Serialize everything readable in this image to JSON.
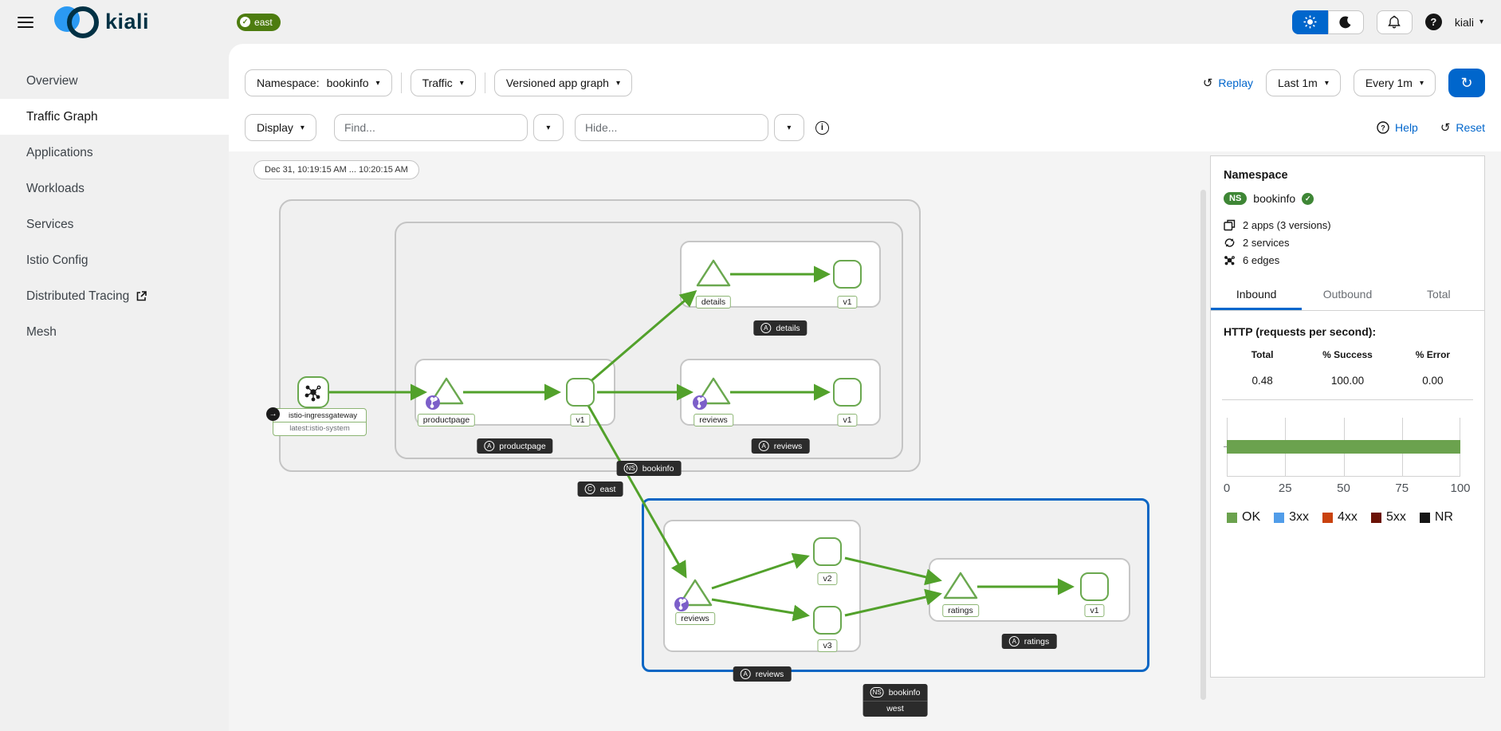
{
  "header": {
    "brand": "kiali",
    "cluster_badge": "east",
    "user_menu": "kiali"
  },
  "sidebar": {
    "items": [
      {
        "label": "Overview"
      },
      {
        "label": "Traffic Graph"
      },
      {
        "label": "Applications"
      },
      {
        "label": "Workloads"
      },
      {
        "label": "Services"
      },
      {
        "label": "Istio Config"
      },
      {
        "label": "Distributed Tracing"
      },
      {
        "label": "Mesh"
      }
    ]
  },
  "toolbar": {
    "namespace_label": "Namespace:",
    "namespace_value": "bookinfo",
    "traffic_label": "Traffic",
    "graph_type_label": "Versioned app graph",
    "replay_label": "Replay",
    "duration_label": "Last 1m",
    "refresh_interval_label": "Every 1m",
    "display_label": "Display",
    "find_placeholder": "Find...",
    "hide_placeholder": "Hide...",
    "help_label": "Help",
    "reset_label": "Reset"
  },
  "graph": {
    "time_range_label": "Dec 31, 10:19:15 AM ... 10:20:15 AM",
    "gateway": {
      "label": "istio-ingressgateway",
      "sublabel": "latest:istio-system"
    },
    "nodes": {
      "productpage": "productpage",
      "productpage_v1": "v1",
      "details": "details",
      "details_v1": "v1",
      "reviews_east": "reviews",
      "reviews_east_v1": "v1",
      "reviews_west": "reviews",
      "reviews_west_v2": "v2",
      "reviews_west_v3": "v3",
      "ratings": "ratings",
      "ratings_v1": "v1"
    },
    "box_labels": {
      "app_badge": "A",
      "ns_badge": "NS",
      "cluster_badge": "C",
      "details": "details",
      "productpage": "productpage",
      "reviews_east": "reviews",
      "reviews_west": "reviews",
      "ratings": "ratings",
      "ns_east": "bookinfo",
      "cluster_east": "east",
      "ns_west": "bookinfo",
      "cluster_west": "west"
    }
  },
  "side_panel": {
    "title": "Namespace",
    "ns_badge": "NS",
    "namespace": "bookinfo",
    "stats": [
      {
        "label": "2 apps (3 versions)"
      },
      {
        "label": "2 services"
      },
      {
        "label": "6 edges"
      }
    ],
    "tabs": [
      {
        "label": "Inbound"
      },
      {
        "label": "Outbound"
      },
      {
        "label": "Total"
      }
    ],
    "http_title": "HTTP (requests per second):",
    "table": {
      "headers": [
        "Total",
        "% Success",
        "% Error"
      ],
      "values": [
        "0.48",
        "100.00",
        "0.00"
      ]
    }
  },
  "chart_data": {
    "type": "bar",
    "orientation": "horizontal",
    "stacked": true,
    "title": "HTTP (requests per second)",
    "categories": [
      "inbound"
    ],
    "series": [
      {
        "name": "OK",
        "value": 100,
        "color": "#6ba24e"
      },
      {
        "name": "3xx",
        "value": 0,
        "color": "#519de9"
      },
      {
        "name": "4xx",
        "value": 0,
        "color": "#c9420e"
      },
      {
        "name": "5xx",
        "value": 0,
        "color": "#6b1206"
      },
      {
        "name": "NR",
        "value": 0,
        "color": "#151515"
      }
    ],
    "xlim": [
      0,
      100
    ],
    "xticks": [
      "0",
      "25",
      "50",
      "75",
      "100"
    ],
    "grid": true,
    "legend_position": "bottom"
  }
}
